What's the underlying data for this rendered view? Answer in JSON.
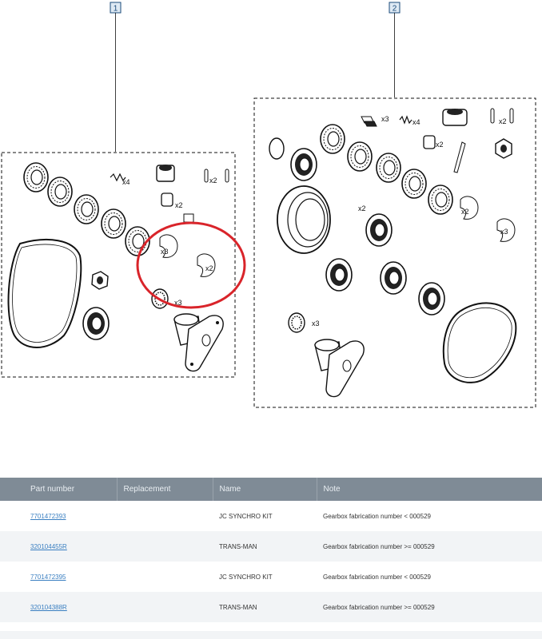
{
  "diagram": {
    "callouts": [
      {
        "number": "1"
      },
      {
        "number": "2"
      }
    ],
    "group1_quantities": [
      "x4",
      "x2",
      "x2",
      "x3",
      "x2",
      "x3"
    ],
    "group2_quantities": [
      "x3",
      "x4",
      "x2",
      "x2",
      "x2",
      "x3",
      "x2",
      "x3"
    ],
    "highlight_color": "#d9242a"
  },
  "table": {
    "headers": [
      "Part number",
      "Replacement",
      "Name",
      "Note"
    ],
    "rows": [
      {
        "part_number": "7701472393",
        "replacement": "",
        "name": "JC SYNCHRO KIT",
        "note": "Gearbox fabrication number < 000529"
      },
      {
        "part_number": "320104455R",
        "replacement": "",
        "name": "TRANS-MAN",
        "note": "Gearbox fabrication number >= 000529"
      },
      {
        "part_number": "7701472395",
        "replacement": "",
        "name": "JC SYNCHRO KIT",
        "note": "Gearbox fabrication number < 000529"
      },
      {
        "part_number": "320104388R",
        "replacement": "",
        "name": "TRANS-MAN",
        "note": "Gearbox fabrication number >= 000529"
      }
    ]
  }
}
